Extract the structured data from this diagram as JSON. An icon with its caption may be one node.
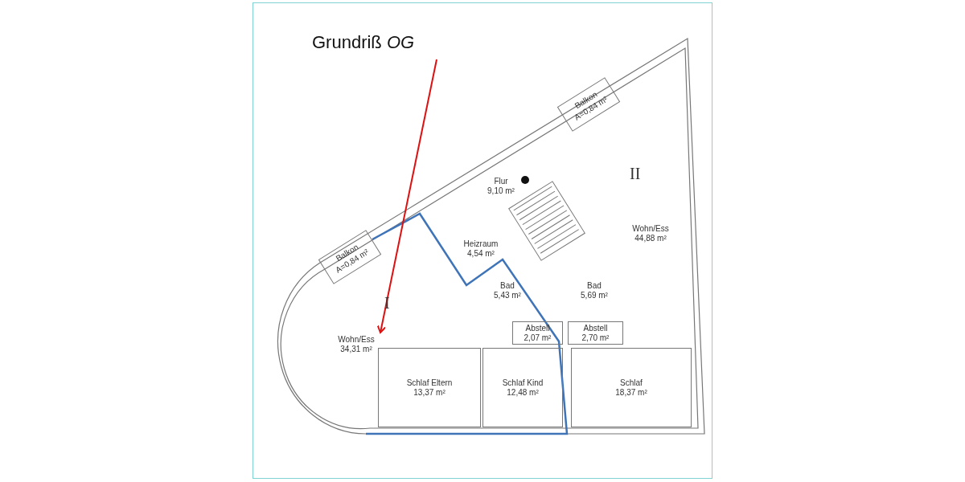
{
  "diagram": {
    "nodes": [
      {
        "text": [
          "Grundriß *OG*"
        ]
      },
      {
        "text": [
          "Balkon",
          "A=0,84 m²"
        ]
      },
      {
        "text": [
          "Flur",
          "9,10 m²"
        ]
      },
      {
        "text": [
          "Wohn/Ess",
          "44,88 m²"
        ]
      },
      {
        "text": [
          "Heizraum",
          "4,54 m²"
        ]
      },
      {
        "text": [
          "Balkon",
          "A=0,84 m²"
        ]
      },
      {
        "text": [
          "Bad",
          "5,43 m²"
        ]
      },
      {
        "text": [
          "Bad",
          "5,69 m²"
        ]
      },
      {
        "text": [
          "Abstell",
          "2,07 m²"
        ]
      },
      {
        "text": [
          "Abstell",
          "2,70 m²"
        ]
      },
      {
        "text": [
          "Wohn/Ess",
          "34,31 m²"
        ]
      },
      {
        "text": [
          "Schlaf Eltern",
          "13,37 m²"
        ]
      },
      {
        "text": [
          "Schlaf Kind",
          "12,48 m²"
        ]
      },
      {
        "text": [
          "Schlaf",
          "18,37 m²"
        ]
      }
    ],
    "edges": [
      {
        "from": 0,
        "to": 10,
        "arrow": "to",
        "color": "#dd1111"
      }
    ],
    "labels": [
      "II",
      "I"
    ]
  }
}
